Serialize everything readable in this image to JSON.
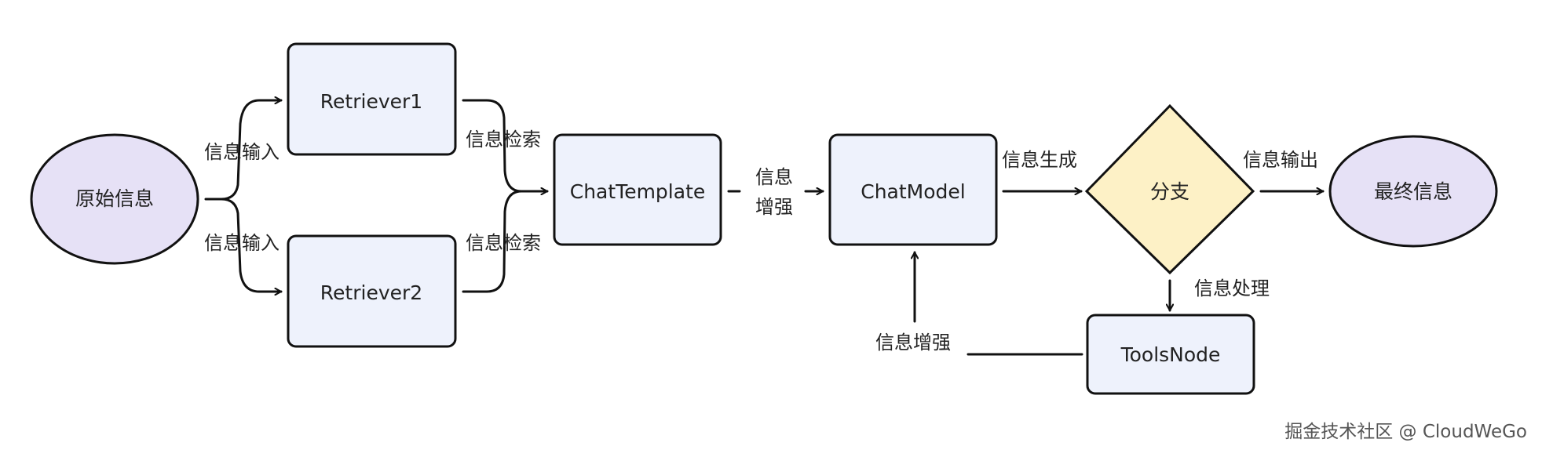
{
  "nodes": {
    "source": "原始信息",
    "retriever1": "Retriever1",
    "retriever2": "Retriever2",
    "chat_template": "ChatTemplate",
    "chat_model": "ChatModel",
    "branch": "分支",
    "final": "最终信息",
    "tools_node": "ToolsNode"
  },
  "edges": {
    "input_top": "信息输入",
    "input_bottom": "信息输入",
    "retrieve_top": "信息检索",
    "retrieve_bottom": "信息检索",
    "enhance_line1": "信息",
    "enhance_line2": "增强",
    "generate": "信息生成",
    "output": "信息输出",
    "process": "信息处理",
    "enhance_back": "信息增强"
  },
  "watermark": "掘金技术社区 @ CloudWeGo",
  "colors": {
    "box_fill": "#eef2fc",
    "ellipse_fill": "#e6e1f6",
    "diamond_fill": "#fdf1c6",
    "stroke": "#111111"
  }
}
